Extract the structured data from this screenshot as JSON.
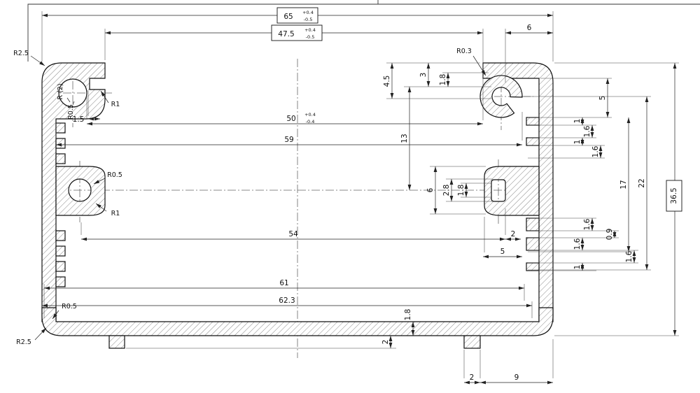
{
  "dims": {
    "overall_width": {
      "value": "65",
      "tol_plus": "+0.4",
      "tol_minus": "-0.5"
    },
    "opening_width": {
      "value": "47.5",
      "tol_plus": "+0.4",
      "tol_minus": "-0.5"
    },
    "inner_width_50": {
      "value": "50",
      "tol_plus": "+0.4",
      "tol_minus": "-0.4"
    },
    "top_right_gap": "6",
    "width_59": "59",
    "width_54": "54",
    "offset_2_mid": "2",
    "offset_5_mid": "5",
    "width_61": "61",
    "width_62_3": "62.3",
    "foot_width_2": "2",
    "foot_offset_9": "9",
    "depth_4_5": "4.5",
    "depth_3": "3",
    "thick_1_8_top": "1.8",
    "depth_13": "13",
    "boss_height_6": "6",
    "slot_height_2_8": "2.8",
    "slot_width_1_8": "1.8",
    "right_5": "5",
    "right_1_a": "1",
    "right_1_6_a": "1.6",
    "right_1_b": "1",
    "right_1_6_b": "1.6",
    "right_17": "17",
    "right_22": "22",
    "right_1_6_c": "1.6",
    "right_0_9": "0.9",
    "right_1_6_d": "1.6",
    "right_1_6_e": "1.6",
    "right_1_c": "1",
    "overall_height": "36.5",
    "wall_1_8_bottom": "1.8",
    "foot_height_2": "2",
    "notch_1_5": "1.5"
  },
  "radii": {
    "top_left_outer": "R2.5",
    "top_left_hole": "R (2)",
    "top_left_small": "R0.5",
    "top_left_slot": "R1",
    "mid_boss_small": "R0.5",
    "mid_boss_hole": "R1",
    "top_right": "R0.3",
    "bottom_left_inner": "R0.5",
    "bottom_left_outer": "R2.5"
  }
}
